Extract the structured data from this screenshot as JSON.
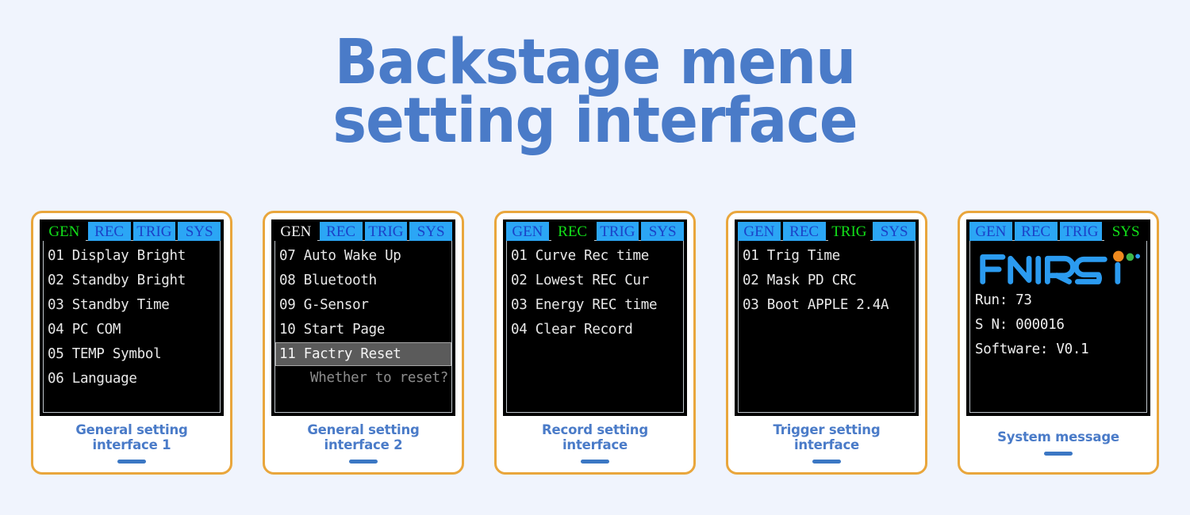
{
  "header": {
    "title_line1": "Backstage menu",
    "title_line2": "setting interface",
    "title_color": "#4a7bc8"
  },
  "colors": {
    "page_background": "#f0f4fd",
    "card_border": "#e9a63c",
    "screen_background": "#000000",
    "tab_inactive_bg": "#2ba6f5",
    "tab_inactive_text": "#1b42c8",
    "tab_active_green_text": "#12e019",
    "tab_active_white_text": "#f2f2f2",
    "menu_text": "#e8e8e8",
    "highlight_bg": "#5b5b5b",
    "dim_text": "#8d8d8d",
    "caption_text": "#4a7bc8",
    "caption_bar": "#3b77c4",
    "logo_blue": "#2b9bf0",
    "logo_orange": "#f08a1e",
    "logo_green": "#3cb84a"
  },
  "panels": [
    {
      "id": "general-1",
      "tabs": [
        {
          "label": "GEN",
          "state": "active-green"
        },
        {
          "label": "REC",
          "state": "inactive"
        },
        {
          "label": "TRIG",
          "state": "inactive"
        },
        {
          "label": "SYS",
          "state": "inactive"
        }
      ],
      "rows": [
        {
          "text": "01 Display Bright",
          "style": "normal"
        },
        {
          "text": "02 Standby Bright",
          "style": "normal"
        },
        {
          "text": "03 Standby Time",
          "style": "normal"
        },
        {
          "text": "04 PC COM",
          "style": "normal"
        },
        {
          "text": "05 TEMP Symbol",
          "style": "normal"
        },
        {
          "text": "06 Language",
          "style": "normal"
        }
      ],
      "caption_line1": "General setting",
      "caption_line2": "interface 1"
    },
    {
      "id": "general-2",
      "tabs": [
        {
          "label": "GEN",
          "state": "active-white"
        },
        {
          "label": "REC",
          "state": "inactive"
        },
        {
          "label": "TRIG",
          "state": "inactive"
        },
        {
          "label": "SYS",
          "state": "inactive"
        }
      ],
      "rows": [
        {
          "text": "07 Auto Wake Up",
          "style": "normal"
        },
        {
          "text": "08 Bluetooth",
          "style": "normal"
        },
        {
          "text": "09 G-Sensor",
          "style": "normal"
        },
        {
          "text": "10 Start Page",
          "style": "normal"
        },
        {
          "text": "11 Factry Reset",
          "style": "highlight"
        },
        {
          "text": "Whether to reset?",
          "style": "dim"
        }
      ],
      "caption_line1": "General setting",
      "caption_line2": "interface 2"
    },
    {
      "id": "record",
      "tabs": [
        {
          "label": "GEN",
          "state": "inactive"
        },
        {
          "label": "REC",
          "state": "active-green"
        },
        {
          "label": "TRIG",
          "state": "inactive"
        },
        {
          "label": "SYS",
          "state": "inactive"
        }
      ],
      "rows": [
        {
          "text": "01 Curve Rec time",
          "style": "normal"
        },
        {
          "text": "02 Lowest REC Cur",
          "style": "normal"
        },
        {
          "text": "03 Energy REC time",
          "style": "normal"
        },
        {
          "text": "04 Clear Record",
          "style": "normal"
        }
      ],
      "caption_line1": "Record setting",
      "caption_line2": "interface"
    },
    {
      "id": "trigger",
      "tabs": [
        {
          "label": "GEN",
          "state": "inactive"
        },
        {
          "label": "REC",
          "state": "inactive"
        },
        {
          "label": "TRIG",
          "state": "active-green"
        },
        {
          "label": "SYS",
          "state": "inactive"
        }
      ],
      "rows": [
        {
          "text": "01 Trig Time",
          "style": "normal"
        },
        {
          "text": "02 Mask PD CRC",
          "style": "normal"
        },
        {
          "text": "03 Boot APPLE 2.4A",
          "style": "normal"
        }
      ],
      "caption_line1": "Trigger setting",
      "caption_line2": "interface"
    },
    {
      "id": "system",
      "tabs": [
        {
          "label": "GEN",
          "state": "inactive"
        },
        {
          "label": "REC",
          "state": "inactive"
        },
        {
          "label": "TRIG",
          "state": "inactive"
        },
        {
          "label": "SYS",
          "state": "active-green"
        }
      ],
      "logo": {
        "name": "fnirsi-logo",
        "wordmark": "FNIRSi"
      },
      "info": [
        {
          "text": "Run: 73"
        },
        {
          "text": "S N: 000016"
        },
        {
          "text": "Software: V0.1"
        }
      ],
      "caption_line1": "System message",
      "caption_line2": ""
    }
  ]
}
